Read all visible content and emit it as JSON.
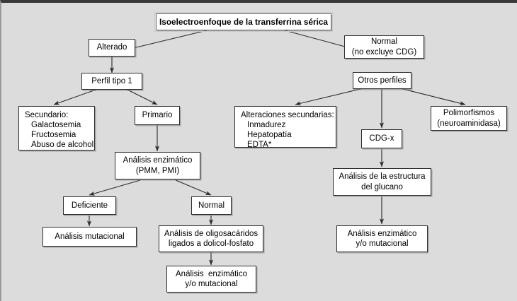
{
  "diagram": {
    "type": "flowchart",
    "title": "Isoelectroenfoque de la transferrina sérica",
    "background_color": "#dcdcdc",
    "node_fill_color": "#ffffff",
    "line_color": "#2e2e2e",
    "nodes": [
      {
        "id": "title",
        "label": "Isoelectroenfoque de la transferrina sérica",
        "lines": [
          "Isoelectroenfoque de la transferrina sérica"
        ]
      },
      {
        "id": "alterado",
        "label": "Alterado",
        "lines": [
          "Alterado"
        ]
      },
      {
        "id": "normal_cdg",
        "label": "Normal (no excluye CDG)",
        "lines": [
          "Normal",
          "(no excluye CDG)"
        ]
      },
      {
        "id": "perfil1",
        "label": "Perfil tipo 1",
        "lines": [
          "Perfil tipo 1"
        ]
      },
      {
        "id": "otros",
        "label": "Otros perfiles",
        "lines": [
          "Otros perfiles"
        ]
      },
      {
        "id": "secundario",
        "label": "Secundario: Galactosemia, Fructosemia, Abuso de alcohol",
        "lines": [
          "Secundario:",
          "Galactosemia",
          "Fructosemia",
          "Abuso de alcohol"
        ]
      },
      {
        "id": "primario",
        "label": "Primario",
        "lines": [
          "Primario"
        ]
      },
      {
        "id": "alt_sec",
        "label": "Alteraciones secundarias: Inmadurez, Hepatopatía, EDTA*",
        "lines": [
          "Alteraciones secundarias:",
          "Inmadurez",
          "Hepatopatía",
          "EDTA*"
        ]
      },
      {
        "id": "polimorf",
        "label": "Polimorfismos (neuroaminidasa)",
        "lines": [
          "Polimorfismos",
          "(neuroaminidasa)"
        ]
      },
      {
        "id": "cdgx",
        "label": "CDG-x",
        "lines": [
          "CDG-x"
        ]
      },
      {
        "id": "enzimatico",
        "label": "Análisis enzimático (PMM, PMI)",
        "lines": [
          "Análisis enzimático",
          "(PMM, PMI)"
        ]
      },
      {
        "id": "estructura",
        "label": "Análisis de la estructura del glucano",
        "lines": [
          "Análisis de la estructura",
          "del glucano"
        ]
      },
      {
        "id": "deficiente",
        "label": "Deficiente",
        "lines": [
          "Deficiente"
        ]
      },
      {
        "id": "normal2",
        "label": "Normal",
        "lines": [
          "Normal"
        ]
      },
      {
        "id": "mutacional",
        "label": "Análisis mutacional",
        "lines": [
          "Análisis mutacional"
        ]
      },
      {
        "id": "oligo",
        "label": "Análisis de oligosacáridos ligados a dolicol-fosfato",
        "lines": [
          "Análisis de oligosacáridos",
          "ligados a dolicol-fosfato"
        ]
      },
      {
        "id": "enz_mut_r",
        "label": "Análisis enzimático y/o mutacional",
        "lines": [
          "Análisis enzimático",
          "y/o mutacional"
        ]
      },
      {
        "id": "enz_mut_b",
        "label": "Análisis  enzimático y/o mutacional",
        "lines": [
          "Análisis  enzimático",
          "y/o mutacional"
        ]
      }
    ],
    "edges": [
      {
        "from": "title",
        "to": "alterado",
        "style": "diagonal-arrow"
      },
      {
        "from": "title",
        "to": "normal_cdg",
        "style": "diagonal-arrow"
      },
      {
        "from": "alterado",
        "to": "perfil1",
        "style": "vertical-arrow"
      },
      {
        "from": "perfil1",
        "to": "secundario",
        "style": "diagonal-arrow"
      },
      {
        "from": "perfil1",
        "to": "primario",
        "style": "diagonal-arrow"
      },
      {
        "from": "otros",
        "to": "alt_sec",
        "style": "diagonal-arrow"
      },
      {
        "from": "otros",
        "to": "cdgx",
        "style": "vertical-arrow"
      },
      {
        "from": "otros",
        "to": "polimorf",
        "style": "diagonal-arrow"
      },
      {
        "from": "primario",
        "to": "enzimatico",
        "style": "vertical-arrow"
      },
      {
        "from": "enzimatico",
        "to": "deficiente",
        "style": "diagonal-arrow"
      },
      {
        "from": "enzimatico",
        "to": "normal2",
        "style": "diagonal-arrow"
      },
      {
        "from": "deficiente",
        "to": "mutacional",
        "style": "vertical-arrow"
      },
      {
        "from": "normal2",
        "to": "oligo",
        "style": "vertical-arrow"
      },
      {
        "from": "oligo",
        "to": "enz_mut_b",
        "style": "vertical-arrow"
      },
      {
        "from": "cdgx",
        "to": "estructura",
        "style": "vertical-arrow"
      },
      {
        "from": "estructura",
        "to": "enz_mut_r",
        "style": "vertical-arrow"
      }
    ]
  }
}
